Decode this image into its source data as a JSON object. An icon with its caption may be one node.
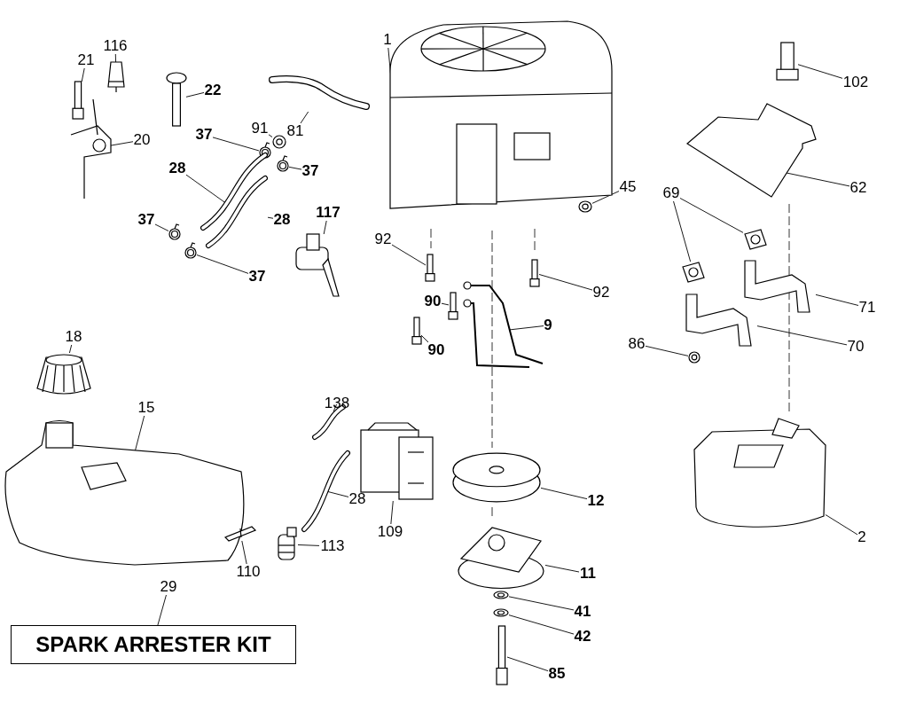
{
  "diagram": {
    "nodes": [
      {
        "text": [
          "1"
        ]
      },
      {
        "text": [
          "116"
        ]
      },
      {
        "text": [
          "21"
        ]
      },
      {
        "text": [
          "22"
        ]
      },
      {
        "text": [
          "81"
        ]
      },
      {
        "text": [
          "20"
        ]
      },
      {
        "text": [
          "37"
        ]
      },
      {
        "text": [
          "91"
        ]
      },
      {
        "text": [
          "37"
        ]
      },
      {
        "text": [
          "28"
        ]
      },
      {
        "text": [
          "28"
        ]
      },
      {
        "text": [
          "37"
        ]
      },
      {
        "text": [
          "117"
        ]
      },
      {
        "text": [
          "37"
        ]
      },
      {
        "text": [
          "92"
        ]
      },
      {
        "text": [
          "90"
        ]
      },
      {
        "text": [
          "9"
        ]
      },
      {
        "text": [
          "45"
        ]
      },
      {
        "text": [
          "92"
        ]
      },
      {
        "text": [
          "90"
        ]
      },
      {
        "text": [
          "102"
        ]
      },
      {
        "text": [
          "62"
        ]
      },
      {
        "text": [
          "69"
        ]
      },
      {
        "text": [
          "71"
        ]
      },
      {
        "text": [
          "70"
        ]
      },
      {
        "text": [
          "86"
        ]
      },
      {
        "text": [
          "18"
        ]
      },
      {
        "text": [
          "15"
        ]
      },
      {
        "text": [
          "138"
        ]
      },
      {
        "text": [
          "109"
        ]
      },
      {
        "text": [
          "28"
        ]
      },
      {
        "text": [
          "12"
        ]
      },
      {
        "text": [
          "113"
        ]
      },
      {
        "text": [
          "110"
        ]
      },
      {
        "text": [
          "11"
        ]
      },
      {
        "text": [
          "41"
        ]
      },
      {
        "text": [
          "42"
        ]
      },
      {
        "text": [
          "85"
        ]
      },
      {
        "text": [
          "2"
        ]
      },
      {
        "text": [
          "29"
        ]
      },
      {
        "text": [
          "SPARK ARRESTER KIT"
        ]
      },
      {
        "text": [],
        "shape": "picture"
      },
      {
        "text": [],
        "shape": "picture"
      },
      {
        "text": [],
        "shape": "picture"
      },
      {
        "text": [],
        "shape": "picture"
      },
      {
        "text": [],
        "shape": "picture"
      },
      {
        "text": [],
        "shape": "picture"
      },
      {
        "text": [],
        "shape": "picture"
      },
      {
        "text": [],
        "shape": "picture"
      },
      {
        "text": [],
        "shape": "picture"
      },
      {
        "text": [],
        "shape": "picture"
      },
      {
        "text": [],
        "shape": "picture"
      },
      {
        "text": [],
        "shape": "picture"
      },
      {
        "text": [],
        "shape": "picture"
      },
      {
        "text": [],
        "shape": "picture"
      },
      {
        "text": [],
        "shape": "picture"
      },
      {
        "text": [],
        "shape": "picture"
      },
      {
        "text": [],
        "shape": "picture"
      },
      {
        "text": [],
        "shape": "picture"
      },
      {
        "text": [],
        "shape": "picture"
      },
      {
        "text": [],
        "shape": "picture"
      },
      {
        "text": [],
        "shape": "picture"
      },
      {
        "text": [],
        "shape": "picture"
      },
      {
        "text": [],
        "shape": "picture"
      },
      {
        "text": [],
        "shape": "picture"
      },
      {
        "text": [],
        "shape": "picture"
      },
      {
        "text": [],
        "shape": "picture"
      },
      {
        "text": [],
        "shape": "picture"
      },
      {
        "text": [],
        "shape": "picture"
      },
      {
        "text": [],
        "shape": "picture"
      },
      {
        "text": [],
        "shape": "picture"
      },
      {
        "text": [],
        "shape": "picture"
      },
      {
        "text": [],
        "shape": "picture"
      },
      {
        "text": [],
        "shape": "picture"
      },
      {
        "text": [],
        "shape": "picture"
      },
      {
        "text": [],
        "shape": "picture"
      },
      {
        "text": [],
        "shape": "picture"
      },
      {
        "text": [],
        "shape": "picture"
      },
      {
        "text": [],
        "shape": "picture"
      },
      {
        "text": [],
        "shape": "picture"
      },
      {
        "text": [],
        "shape": "picture"
      }
    ],
    "edges": [
      {
        "from": 0,
        "to": 41,
        "arrow": "none"
      },
      {
        "from": 1,
        "to": 42,
        "arrow": "none"
      },
      {
        "from": 2,
        "to": 43,
        "arrow": "none"
      },
      {
        "from": 3,
        "to": 44,
        "arrow": "none"
      },
      {
        "from": 4,
        "to": 45,
        "arrow": "none"
      },
      {
        "from": 5,
        "to": 46,
        "arrow": "none"
      },
      {
        "from": 6,
        "to": 47,
        "arrow": "none"
      },
      {
        "from": 7,
        "to": 48,
        "arrow": "none"
      },
      {
        "from": 8,
        "to": 49,
        "arrow": "none"
      },
      {
        "from": 9,
        "to": 50,
        "arrow": "none"
      },
      {
        "from": 10,
        "to": 51,
        "arrow": "none"
      },
      {
        "from": 11,
        "to": 52,
        "arrow": "none"
      },
      {
        "from": 12,
        "to": 53,
        "arrow": "none"
      },
      {
        "from": 13,
        "to": 54,
        "arrow": "none"
      },
      {
        "from": 14,
        "to": 55,
        "arrow": "none"
      },
      {
        "from": 15,
        "to": 56,
        "arrow": "none"
      },
      {
        "from": 16,
        "to": 57,
        "arrow": "none"
      },
      {
        "from": 17,
        "to": 58,
        "arrow": "none"
      },
      {
        "from": 18,
        "to": 59,
        "arrow": "none"
      },
      {
        "from": 19,
        "to": 60,
        "arrow": "none"
      },
      {
        "from": 20,
        "to": 61,
        "arrow": "none"
      },
      {
        "from": 21,
        "to": 62,
        "arrow": "none"
      },
      {
        "from": 22,
        "to": 63,
        "arrow": "none"
      },
      {
        "from": 22,
        "to": 64,
        "arrow": "none"
      },
      {
        "from": 23,
        "to": 65,
        "arrow": "none"
      },
      {
        "from": 24,
        "to": 66,
        "arrow": "none"
      },
      {
        "from": 25,
        "to": 67,
        "arrow": "none"
      },
      {
        "from": 26,
        "to": 68,
        "arrow": "none"
      },
      {
        "from": 27,
        "to": 69,
        "arrow": "none"
      },
      {
        "from": 28,
        "to": 70,
        "arrow": "none"
      },
      {
        "from": 29,
        "to": 71,
        "arrow": "none"
      },
      {
        "from": 30,
        "to": 72,
        "arrow": "none"
      },
      {
        "from": 31,
        "to": 73,
        "arrow": "none"
      },
      {
        "from": 32,
        "to": 74,
        "arrow": "none"
      },
      {
        "from": 33,
        "to": 75,
        "arrow": "none"
      },
      {
        "from": 34,
        "to": 76,
        "arrow": "none"
      },
      {
        "from": 35,
        "to": 77,
        "arrow": "none"
      },
      {
        "from": 36,
        "to": 78,
        "arrow": "none"
      },
      {
        "from": 37,
        "to": 79,
        "arrow": "none"
      },
      {
        "from": 38,
        "to": 80,
        "arrow": "none"
      },
      {
        "from": 39,
        "to": 40,
        "arrow": "none"
      }
    ]
  }
}
